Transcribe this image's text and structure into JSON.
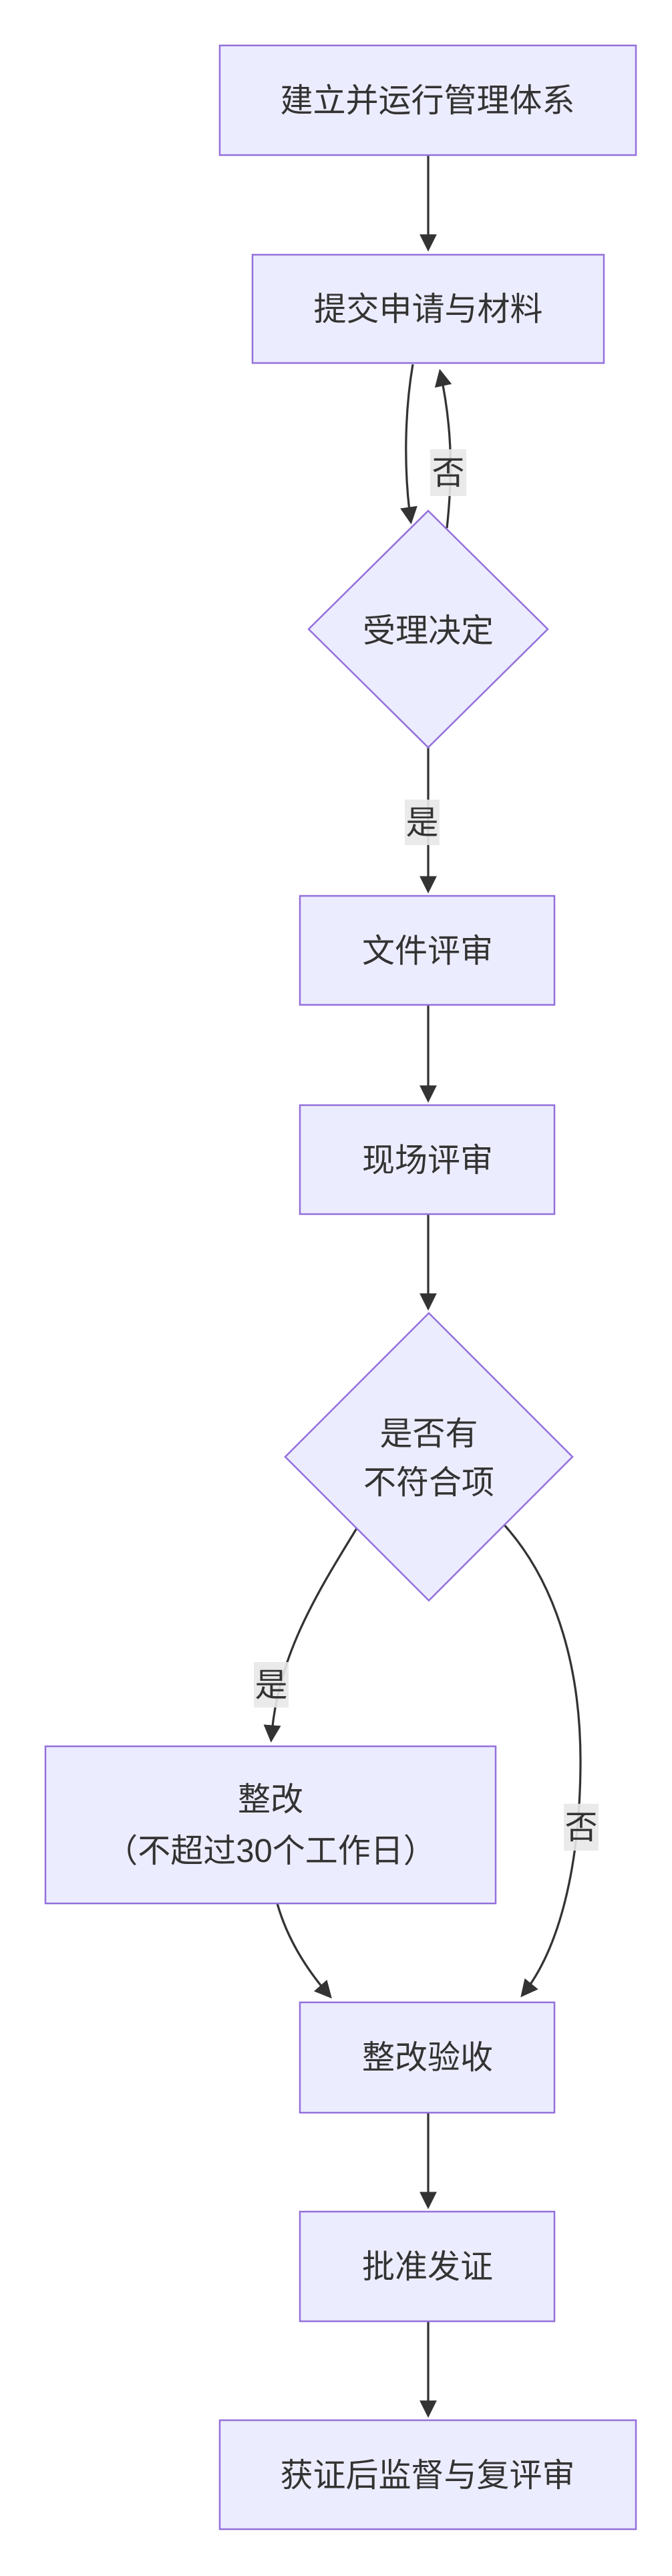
{
  "diagram": {
    "type": "flowchart",
    "direction": "top-down",
    "colors": {
      "background": "#ffffff",
      "node_fill": "#ECECFF",
      "node_border": "#9370DB",
      "edge_color": "#333333",
      "text_color": "#333333",
      "edge_label_bg": "#e8e8e8"
    },
    "nodes": [
      {
        "id": "A",
        "shape": "rect",
        "label": "建立并运行管理体系"
      },
      {
        "id": "B",
        "shape": "rect",
        "label": "提交申请与材料"
      },
      {
        "id": "C",
        "shape": "diamond",
        "label": "受理决定"
      },
      {
        "id": "D",
        "shape": "rect",
        "label": "文件评审"
      },
      {
        "id": "E",
        "shape": "rect",
        "label": "现场评审"
      },
      {
        "id": "F",
        "shape": "diamond",
        "label": "是否有不符合项",
        "lines": [
          "是否有",
          "不符合项"
        ]
      },
      {
        "id": "G",
        "shape": "rect",
        "label": "整改（不超过30个工作日）",
        "lines": [
          "整改",
          "（不超过30个工作日）"
        ]
      },
      {
        "id": "H",
        "shape": "rect",
        "label": "整改验收"
      },
      {
        "id": "I",
        "shape": "rect",
        "label": "批准发证"
      },
      {
        "id": "J",
        "shape": "rect",
        "label": "获证后监督与复评审"
      }
    ],
    "edges": [
      {
        "from": "A",
        "to": "B",
        "label": ""
      },
      {
        "from": "B",
        "to": "C",
        "label": ""
      },
      {
        "from": "C",
        "to": "B",
        "label": "否"
      },
      {
        "from": "C",
        "to": "D",
        "label": "是"
      },
      {
        "from": "D",
        "to": "E",
        "label": ""
      },
      {
        "from": "E",
        "to": "F",
        "label": ""
      },
      {
        "from": "F",
        "to": "G",
        "label": "是"
      },
      {
        "from": "F",
        "to": "H",
        "label": "否"
      },
      {
        "from": "G",
        "to": "H",
        "label": ""
      },
      {
        "from": "H",
        "to": "I",
        "label": ""
      },
      {
        "from": "I",
        "to": "J",
        "label": ""
      }
    ]
  }
}
